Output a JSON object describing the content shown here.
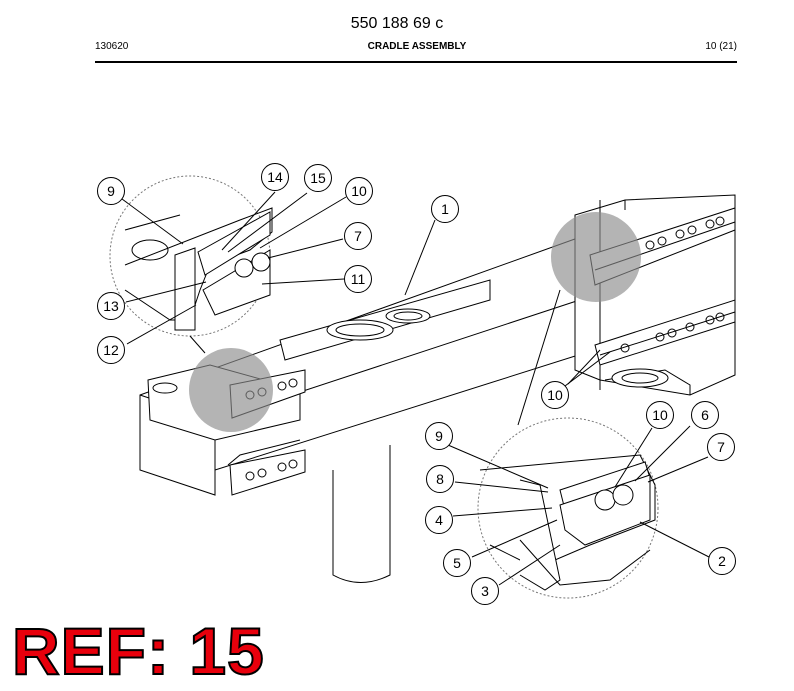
{
  "header": {
    "doc_number": "550 188 69 c",
    "date_code": "130620",
    "title": "CRADLE ASSEMBLY",
    "page": "10 (21)"
  },
  "ref_label": "REF: 15",
  "callouts": [
    "9",
    "14",
    "15",
    "10",
    "1",
    "7",
    "11",
    "13",
    "12",
    "10",
    "10",
    "6",
    "9",
    "7",
    "8",
    "4",
    "5",
    "2",
    "3"
  ]
}
